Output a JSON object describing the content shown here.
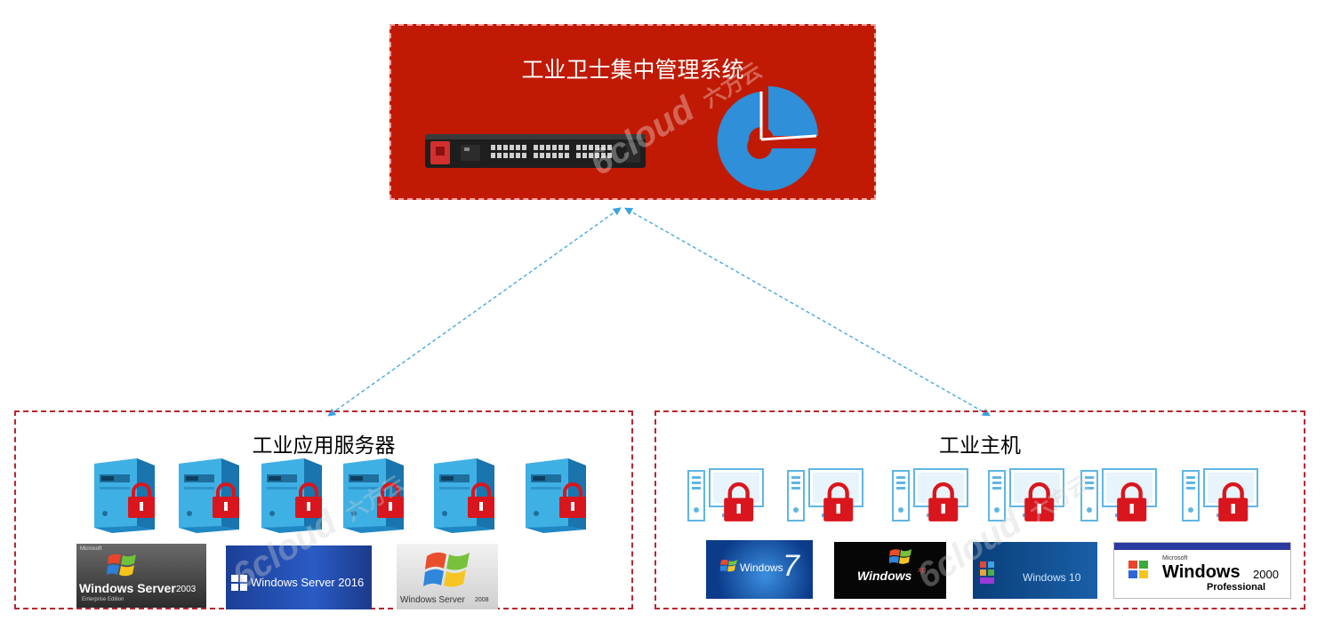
{
  "central": {
    "title": "工业卫士集中管理系统"
  },
  "servers": {
    "title": "工业应用服务器",
    "count": 6,
    "os": [
      {
        "id": "ws2003",
        "name": "Windows Server",
        "version": "2003",
        "sub": "Enterprise Edition",
        "brand": "Microsoft"
      },
      {
        "id": "ws2016",
        "name": "Windows Server 2016"
      },
      {
        "id": "ws2008",
        "name": "Windows Server",
        "version": "2008"
      }
    ]
  },
  "hosts": {
    "title": "工业主机",
    "count": 6,
    "os": [
      {
        "id": "win7",
        "name": "Windows",
        "version": "7"
      },
      {
        "id": "winxp",
        "name": "Windows",
        "version": "xp"
      },
      {
        "id": "win10",
        "name": "Windows 10"
      },
      {
        "id": "win2000",
        "name": "Windows",
        "version": "2000",
        "sub": "Professional",
        "brand": "Microsoft"
      }
    ]
  },
  "watermark": {
    "text": "6cloud",
    "cn": "六方云"
  },
  "colors": {
    "central_bg": "#c01a04",
    "dashed_border": "#b8262c",
    "arrow": "#3aa3e0",
    "lock": "#d9161d",
    "server_blue": "#35a7dc",
    "pie_blue": "#2f8fd8"
  }
}
